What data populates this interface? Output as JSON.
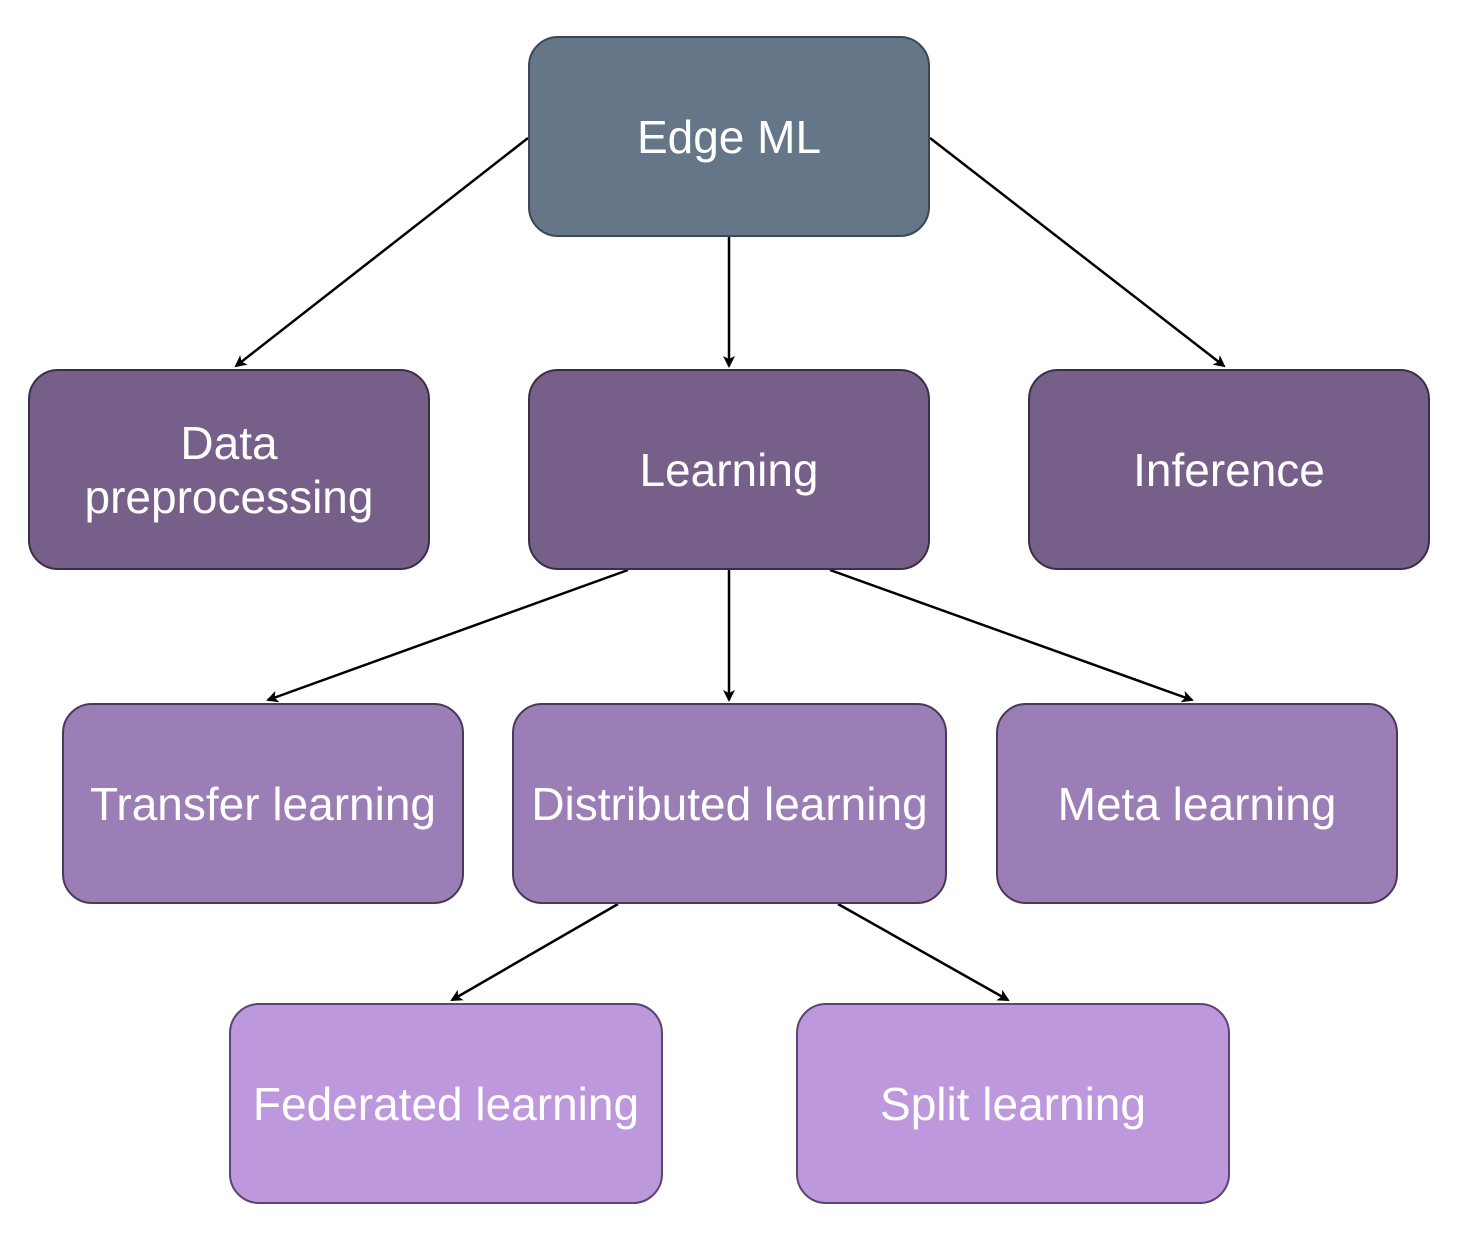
{
  "nodes": {
    "edge_ml": "Edge ML",
    "data_preprocessing_line1": "Data",
    "data_preprocessing_line2": "preprocessing",
    "learning": "Learning",
    "inference": "Inference",
    "transfer_learning": "Transfer learning",
    "distributed_learning": "Distributed learning",
    "meta_learning": "Meta learning",
    "federated_learning": "Federated learning",
    "split_learning": "Split learning"
  },
  "edges": [
    {
      "from": "edge_ml",
      "to": "data_preprocessing"
    },
    {
      "from": "edge_ml",
      "to": "learning"
    },
    {
      "from": "edge_ml",
      "to": "inference"
    },
    {
      "from": "learning",
      "to": "transfer_learning"
    },
    {
      "from": "learning",
      "to": "distributed_learning"
    },
    {
      "from": "learning",
      "to": "meta_learning"
    },
    {
      "from": "distributed_learning",
      "to": "federated_learning"
    },
    {
      "from": "distributed_learning",
      "to": "split_learning"
    }
  ],
  "colors": {
    "root": "#647687",
    "level1": "#76608a",
    "level2": "#9b7eb5",
    "level3": "#bd98dc",
    "text": "#ffffff",
    "arrow": "#000000"
  }
}
